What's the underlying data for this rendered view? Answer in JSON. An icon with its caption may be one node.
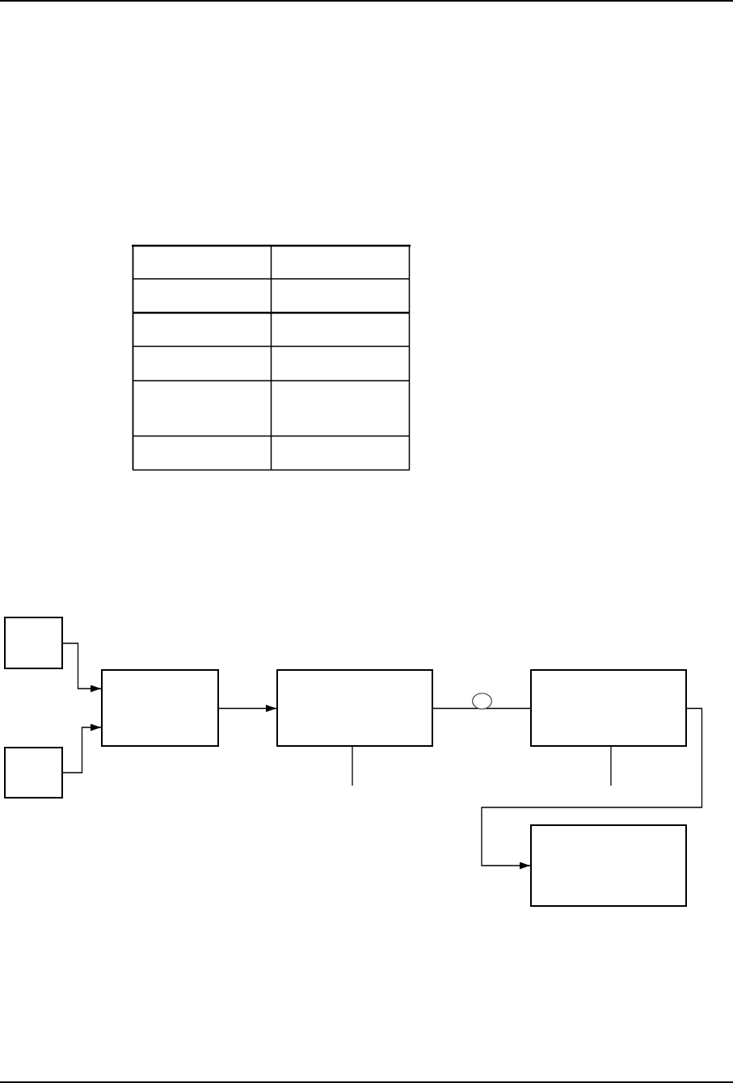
{
  "diagram": {
    "nodes": [
      {
        "text": [],
        "shape": "box"
      },
      {
        "text": [],
        "shape": "box"
      },
      {
        "text": [],
        "shape": "box"
      },
      {
        "text": [],
        "shape": "box"
      },
      {
        "text": [],
        "shape": "circle"
      },
      {
        "text": [],
        "shape": "box"
      },
      {
        "text": [],
        "shape": "box"
      }
    ],
    "edges": [
      {
        "from": 0,
        "to": 2,
        "arrow": "to"
      },
      {
        "from": 1,
        "to": 2,
        "arrow": "to"
      },
      {
        "from": 2,
        "to": 3,
        "arrow": "to"
      },
      {
        "from": 3,
        "to": 5,
        "arrow": "none"
      },
      {
        "from": 5,
        "to": 6,
        "arrow": "to"
      },
      {
        "from": 3,
        "to": null,
        "arrow": "none"
      },
      {
        "from": 5,
        "to": null,
        "arrow": "none"
      }
    ]
  }
}
